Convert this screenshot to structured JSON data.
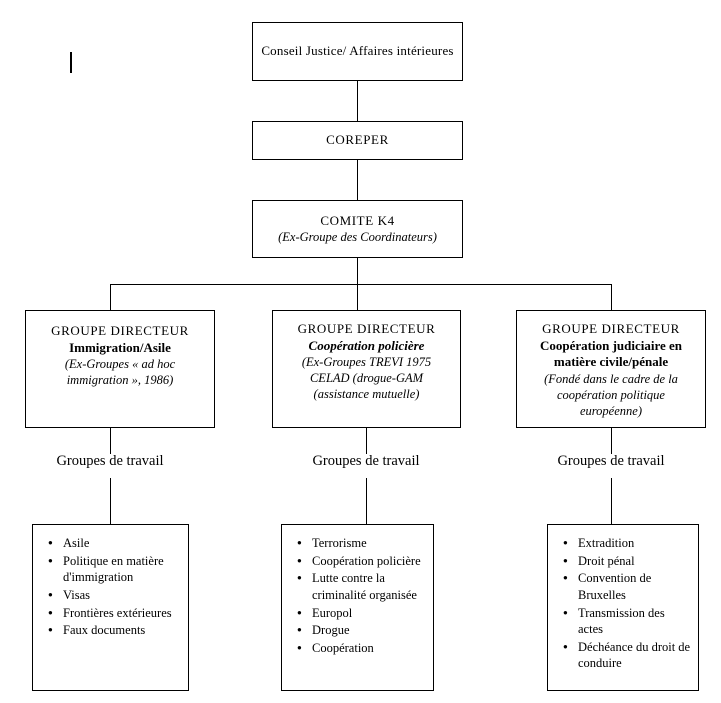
{
  "diagram": {
    "title_top": "Conseil Justice/ Affaires intérieures",
    "coreper": "COREPER",
    "comite_k4": {
      "line1": "COMITE K4",
      "line2": "(Ex-Groupe des Coordinateurs)"
    },
    "directorate_groups": [
      {
        "heading": "GROUPE DIRECTEUR",
        "subject": "Immigration/Asile",
        "note_lines": [
          "(Ex-Groupes « ad hoc",
          "immigration », 1986)"
        ]
      },
      {
        "heading": "GROUPE DIRECTEUR",
        "subject": "Coopération policière",
        "note_lines": [
          "(Ex-Groupes TREVI 1975",
          "CELAD (drogue-GAM",
          "(assistance mutuelle)"
        ]
      },
      {
        "heading": "GROUPE DIRECTEUR",
        "subject": "Coopération judiciaire en matière civile/pénale",
        "note_lines": [
          "(Fondé dans le cadre de la",
          "coopération politique",
          "européenne)"
        ]
      }
    ],
    "working_group_labels": [
      "Groupes de travail",
      "Groupes de travail",
      "Groupes de travail"
    ],
    "working_group_lists": [
      {
        "items": [
          "Asile",
          "Politique en matière d'immigration",
          "Visas",
          "Frontières extérieures",
          "Faux documents"
        ]
      },
      {
        "items": [
          "Terrorisme",
          "Coopération policière",
          "Lutte contre la criminalité organisée",
          "Europol",
          "Drogue",
          "Coopération"
        ]
      },
      {
        "items": [
          "Extradition",
          "Droit pénal",
          "Convention de Bruxelles",
          "Transmission des actes",
          "Déchéance du droit de conduire"
        ]
      }
    ],
    "colors": {
      "line": "#000000",
      "background": "#ffffff",
      "text": "#000000"
    }
  }
}
